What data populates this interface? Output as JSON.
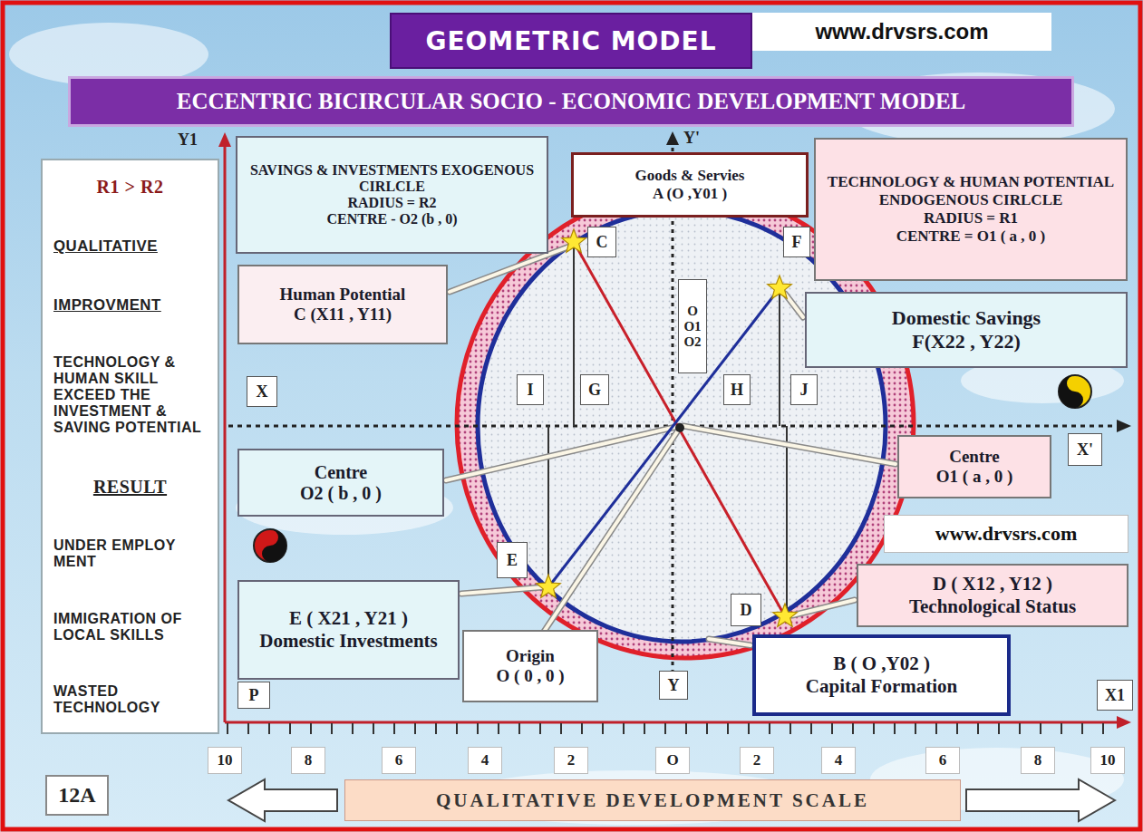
{
  "diagram": {
    "nodes": [
      {
        "text": [
          "GEOMETRIC MODEL"
        ]
      },
      {
        "text": [
          "www.drvsrs.com"
        ]
      },
      {
        "text": [
          "ECCENTRIC BICIRCULAR SOCIO - ECONOMIC DEVELOPMENT MODEL"
        ]
      },
      {
        "text": [
          "R1 > R2",
          "QUALITATIVE",
          "IMPROVMENT",
          "TECHNOLOGY & HUMAN SKILL EXCEED THE INVESTMENT & SAVING POTENTIAL",
          "RESULT",
          "UNDER EMPLOY MENT",
          "IMMIGRATION OF LOCAL SKILLS",
          "WASTED TECHNOLOGY"
        ]
      },
      {
        "text": [
          "SAVINGS & INVESTMENTS EXOGENOUS CIRLCLE",
          "RADIUS = R2",
          "CENTRE - O2 (b , 0)"
        ]
      },
      {
        "text": [
          "Goods & Servies",
          "A (O ,Y01 )"
        ]
      },
      {
        "text": [
          "TECHNOLOGY & HUMAN POTENTIAL ENDOGENOUS CIRLCLE",
          "RADIUS = R1",
          "CENTRE = O1 ( a , 0 )"
        ]
      },
      {
        "text": [
          "Human Potential",
          "C (X11 , Y11)"
        ]
      },
      {
        "text": [
          "C"
        ]
      },
      {
        "text": [
          "F"
        ]
      },
      {
        "text": [
          "O O1 O2"
        ]
      },
      {
        "text": [
          "Domestic Savings",
          "F(X22 , Y22)"
        ]
      },
      {
        "text": [
          "X"
        ]
      },
      {
        "text": [
          "I"
        ]
      },
      {
        "text": [
          "G"
        ]
      },
      {
        "text": [
          "H"
        ]
      },
      {
        "text": [
          "J"
        ]
      },
      {
        "text": [
          "X'"
        ]
      },
      {
        "text": [
          "Centre",
          "O2 ( b , 0 )"
        ]
      },
      {
        "text": [
          "Centre",
          "O1 ( a , 0 )"
        ]
      },
      {
        "text": [
          "www.drvsrs.com"
        ]
      },
      {
        "text": [
          "E"
        ]
      },
      {
        "text": [
          "D"
        ]
      },
      {
        "text": [
          "E ( X21 , Y21 )",
          "Domestic Investments"
        ]
      },
      {
        "text": [
          "D ( X12 , Y12 )",
          "Technological Status"
        ]
      },
      {
        "text": [
          "Origin",
          "O ( 0 , 0 )"
        ]
      },
      {
        "text": [
          "Y"
        ]
      },
      {
        "text": [
          "B ( O ,Y02 )",
          "Capital Formation"
        ]
      },
      {
        "text": [
          "P"
        ]
      },
      {
        "text": [
          "X1"
        ]
      },
      {
        "text": [
          "10"
        ]
      },
      {
        "text": [
          "8"
        ]
      },
      {
        "text": [
          "6"
        ]
      },
      {
        "text": [
          "4"
        ]
      },
      {
        "text": [
          "2"
        ]
      },
      {
        "text": [
          "O"
        ]
      },
      {
        "text": [
          "2"
        ]
      },
      {
        "text": [
          "4"
        ]
      },
      {
        "text": [
          "6"
        ]
      },
      {
        "text": [
          "8"
        ]
      },
      {
        "text": [
          "10"
        ]
      },
      {
        "text": [
          "12A"
        ]
      },
      {
        "text": [
          "QUALITATIVE DEVELOPMENT SCALE"
        ]
      }
    ],
    "labels": [
      "Y1",
      "Y'"
    ]
  }
}
